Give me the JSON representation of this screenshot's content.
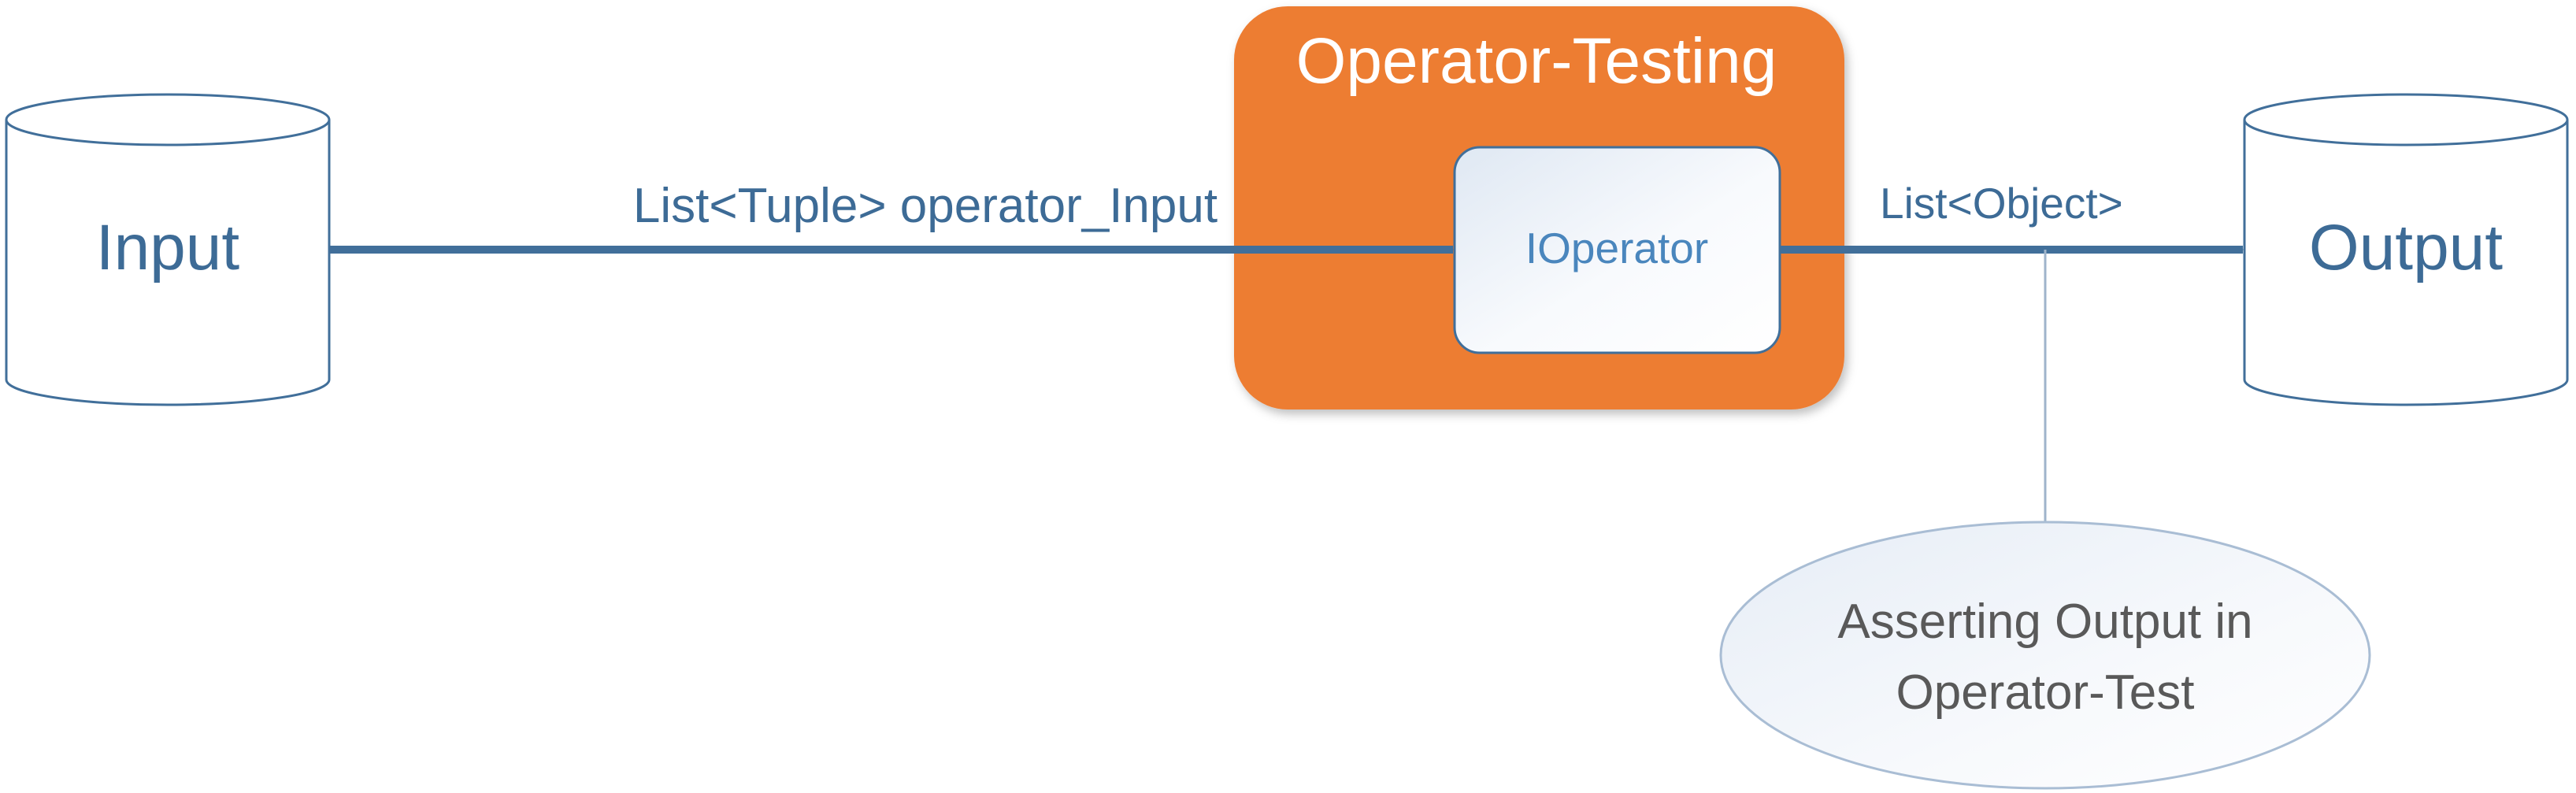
{
  "input_store": {
    "label": "Input"
  },
  "output_store": {
    "label": "Output"
  },
  "operator_container": {
    "title": "Operator-Testing"
  },
  "operator_box": {
    "label": "IOperator"
  },
  "input_edge": {
    "label": "List<Tuple> operator_Input"
  },
  "output_edge": {
    "label": "List<Object>"
  },
  "assertion_note": {
    "line1": "Asserting Output in",
    "line2": "Operator-Test"
  },
  "colors": {
    "node_text": "#3d6b96",
    "arrow": "#416f9a",
    "container_fill": "#ed7d31",
    "container_text": "#ffffff",
    "operator_text": "#4a86bd",
    "note_text": "#595959",
    "note_stroke": "#a9bdd4",
    "connector": "#9fb4cb"
  }
}
